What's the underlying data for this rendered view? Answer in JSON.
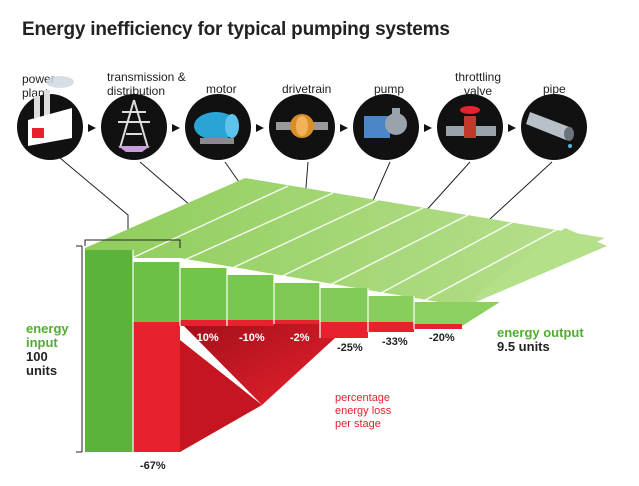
{
  "title": "Energy inefficiency for typical pumping systems",
  "stages": [
    {
      "name": "power-plant",
      "label_lines": [
        "power",
        "plant"
      ]
    },
    {
      "name": "transmission-distribution",
      "label_lines": [
        "transmission &",
        "distribution"
      ]
    },
    {
      "name": "motor",
      "label_lines": [
        "motor"
      ]
    },
    {
      "name": "drivetrain",
      "label_lines": [
        "drivetrain"
      ]
    },
    {
      "name": "pump",
      "label_lines": [
        "pump"
      ]
    },
    {
      "name": "throttling-valve",
      "label_lines": [
        "throttling",
        "valve"
      ]
    },
    {
      "name": "pipe",
      "label_lines": [
        "pipe"
      ]
    }
  ],
  "losses": [
    "-67%",
    "-10%",
    "-10%",
    "-2%",
    "-25%",
    "-33%",
    "-20%"
  ],
  "energy_input": {
    "label_lines": [
      "energy",
      "input"
    ],
    "value_lines": [
      "100",
      "units"
    ]
  },
  "energy_output": {
    "label": "energy output",
    "value": "9.5 units"
  },
  "loss_note_lines": [
    "percentage",
    "energy loss",
    "per stage"
  ],
  "colors": {
    "green": "#7cc242",
    "green_dark": "#5aae32",
    "green_light": "#a9d97c",
    "red": "#e8212e",
    "red_dark": "#b5121b",
    "black": "#111111"
  }
}
